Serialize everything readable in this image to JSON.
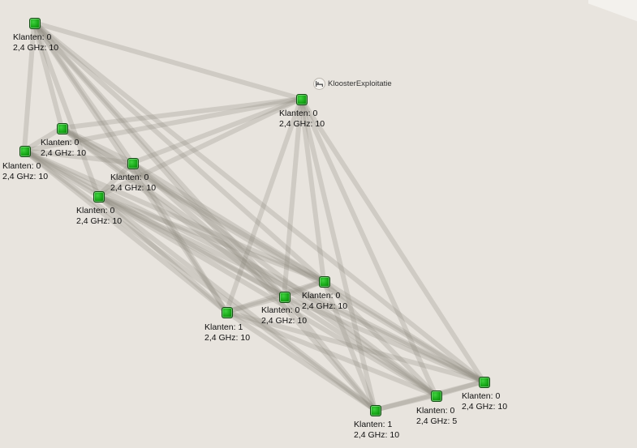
{
  "site": {
    "name": "KloosterExploitatie",
    "icon": "bed-icon"
  },
  "colors": {
    "background": "#e8e4de",
    "node": "#16a516",
    "link": "#8f8b82"
  },
  "nodes": [
    {
      "id": "ap1",
      "clients_label": "Klanten: 0",
      "ghz_label": "2,4 GHz: 10"
    },
    {
      "id": "ap2",
      "clients_label": "Klanten: 0",
      "ghz_label": "2,4 GHz: 10"
    },
    {
      "id": "ap3",
      "clients_label": "Klanten: 0",
      "ghz_label": "2,4 GHz: 10"
    },
    {
      "id": "ap4",
      "clients_label": "Klanten: 0",
      "ghz_label": "2,4 GHz: 10"
    },
    {
      "id": "ap5",
      "clients_label": "Klanten: 0",
      "ghz_label": "2,4 GHz: 10"
    },
    {
      "id": "ap6",
      "clients_label": "Klanten: 0",
      "ghz_label": "2,4 GHz: 10"
    },
    {
      "id": "ap7",
      "clients_label": "Klanten: 0",
      "ghz_label": "2,4 GHz: 10"
    },
    {
      "id": "ap8",
      "clients_label": "Klanten: 0",
      "ghz_label": "2,4 GHz: 10"
    },
    {
      "id": "ap9",
      "clients_label": "Klanten: 1",
      "ghz_label": "2,4 GHz: 10"
    },
    {
      "id": "ap10",
      "clients_label": "Klanten: 0",
      "ghz_label": "2,4 GHz: 10"
    },
    {
      "id": "ap11",
      "clients_label": "Klanten: 0",
      "ghz_label": "2,4 GHz: 5"
    },
    {
      "id": "ap12",
      "clients_label": "Klanten: 1",
      "ghz_label": "2,4 GHz: 10"
    }
  ]
}
